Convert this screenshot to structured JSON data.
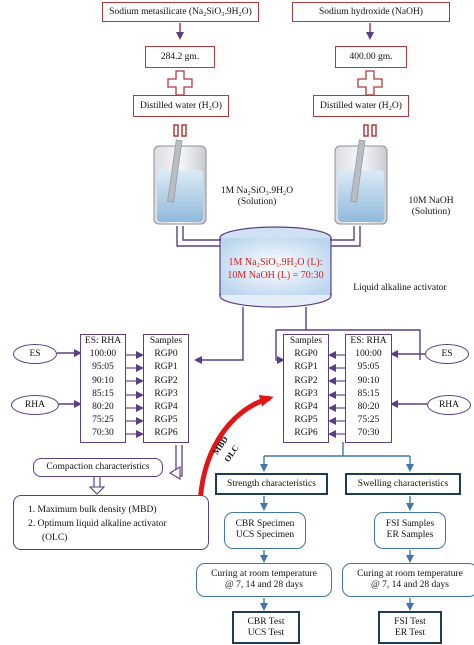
{
  "top": {
    "left_reagent": "Sodium metasilicate (Na₂SiO₃.9H₂O)",
    "right_reagent": "Sodium hydroxide (NaOH)",
    "left_mass": "284.2 gm.",
    "right_mass": "400.00 gm.",
    "left_water": "Distilled water (H₂O)",
    "right_water": "Distilled water (H₂O)",
    "left_solution": "1M Na₂SiO₃.9H₂O (Solution)",
    "right_solution": "10M NaOH (Solution)"
  },
  "mixer": {
    "line1": "1M Na₂SiO₃.9H₂O (L):",
    "line2": "10M NaOH (L) = 70:30",
    "caption": "Liquid alkaline activator"
  },
  "left_block": {
    "es": "ES",
    "rha": "RHA",
    "ratio_header": "ES: RHA",
    "ratios": [
      "100:00",
      "95:05",
      "90:10",
      "85:15",
      "80:20",
      "75:25",
      "70:30"
    ],
    "samples_header": "Samples",
    "samples": [
      "RGP0",
      "RGP1",
      "RGP2",
      "RGP3",
      "RGP4",
      "RGP5",
      "RGP6"
    ]
  },
  "right_block": {
    "es": "ES",
    "rha": "RHA",
    "ratio_header": "ES: RHA",
    "ratios": [
      "100:00",
      "95:05",
      "90:10",
      "85:15",
      "80:20",
      "75:25",
      "70:30"
    ],
    "samples_header": "Samples",
    "samples": [
      "RGP0",
      "RGP1",
      "RGP2",
      "RGP3",
      "RGP4",
      "RGP5",
      "RGP6"
    ]
  },
  "compaction": {
    "title": "Compaction characteristics",
    "item1": "1.  Maximum bulk density (MBD)",
    "item2": "2.  Optimum   liquid   alkaline   activator",
    "item2b": "(OLC)"
  },
  "curve_label": {
    "l1": "MBD",
    "l2": "OLC"
  },
  "strength": {
    "title": "Strength characteristics",
    "specimen_l1": "CBR Specimen",
    "specimen_l2": "UCS Specimen",
    "curing_l1": "Curing at room temperature",
    "curing_l2": "@ 7, 14 and 28 days",
    "test_l1": "CBR Test",
    "test_l2": "UCS Test"
  },
  "swelling": {
    "title": "Swelling characteristics",
    "specimen_l1": "FSI Samples",
    "specimen_l2": "ER Samples",
    "curing_l1": "Curing at room temperature",
    "curing_l2": "@ 7, 14 and 28 days",
    "test_l1": "FSI Test",
    "test_l2": "ER Test"
  },
  "colors": {
    "red": "#b23a3a",
    "purple": "#5b3e86",
    "navy": "#1f3b57",
    "blue": "#3f78a8",
    "accent_red": "#d21f1f"
  }
}
